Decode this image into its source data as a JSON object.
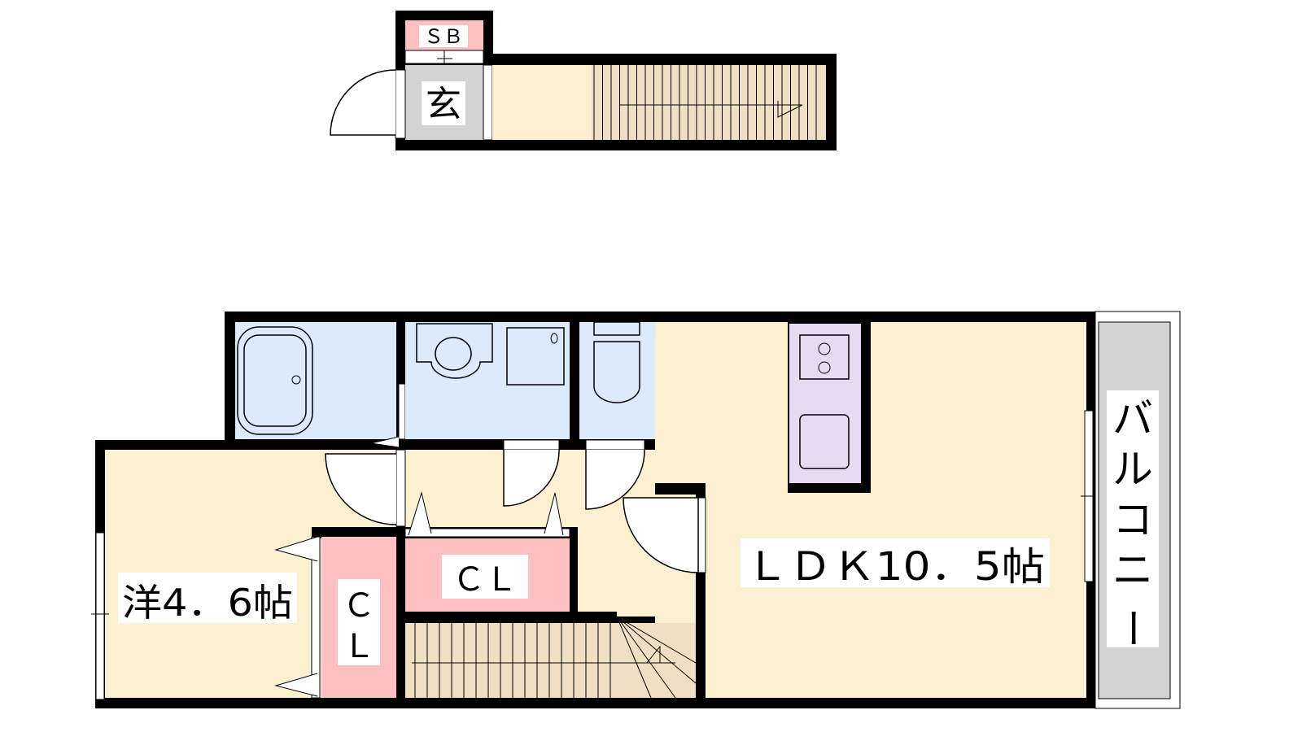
{
  "rooms": {
    "sb": "ＳＢ",
    "genkan": "玄",
    "western": "洋4．6帖",
    "closet_west_c": "Ｃ",
    "closet_west_l": "Ｌ",
    "closet_hall": "ＣＬ",
    "ldk": "ＬＤＫ10．5帖",
    "balcony": [
      "バ",
      "ル",
      "コ",
      "ニ",
      "ー"
    ]
  },
  "colors": {
    "wall": "#000000",
    "floor": "#fdf0d0",
    "wet": "#dcebfc",
    "storage": "#fdbfbf",
    "genkan": "#d3d3d3",
    "stairs": "#f0dfc3",
    "kitchen": "#e8daf2",
    "balcony": "#d3d3d3"
  }
}
